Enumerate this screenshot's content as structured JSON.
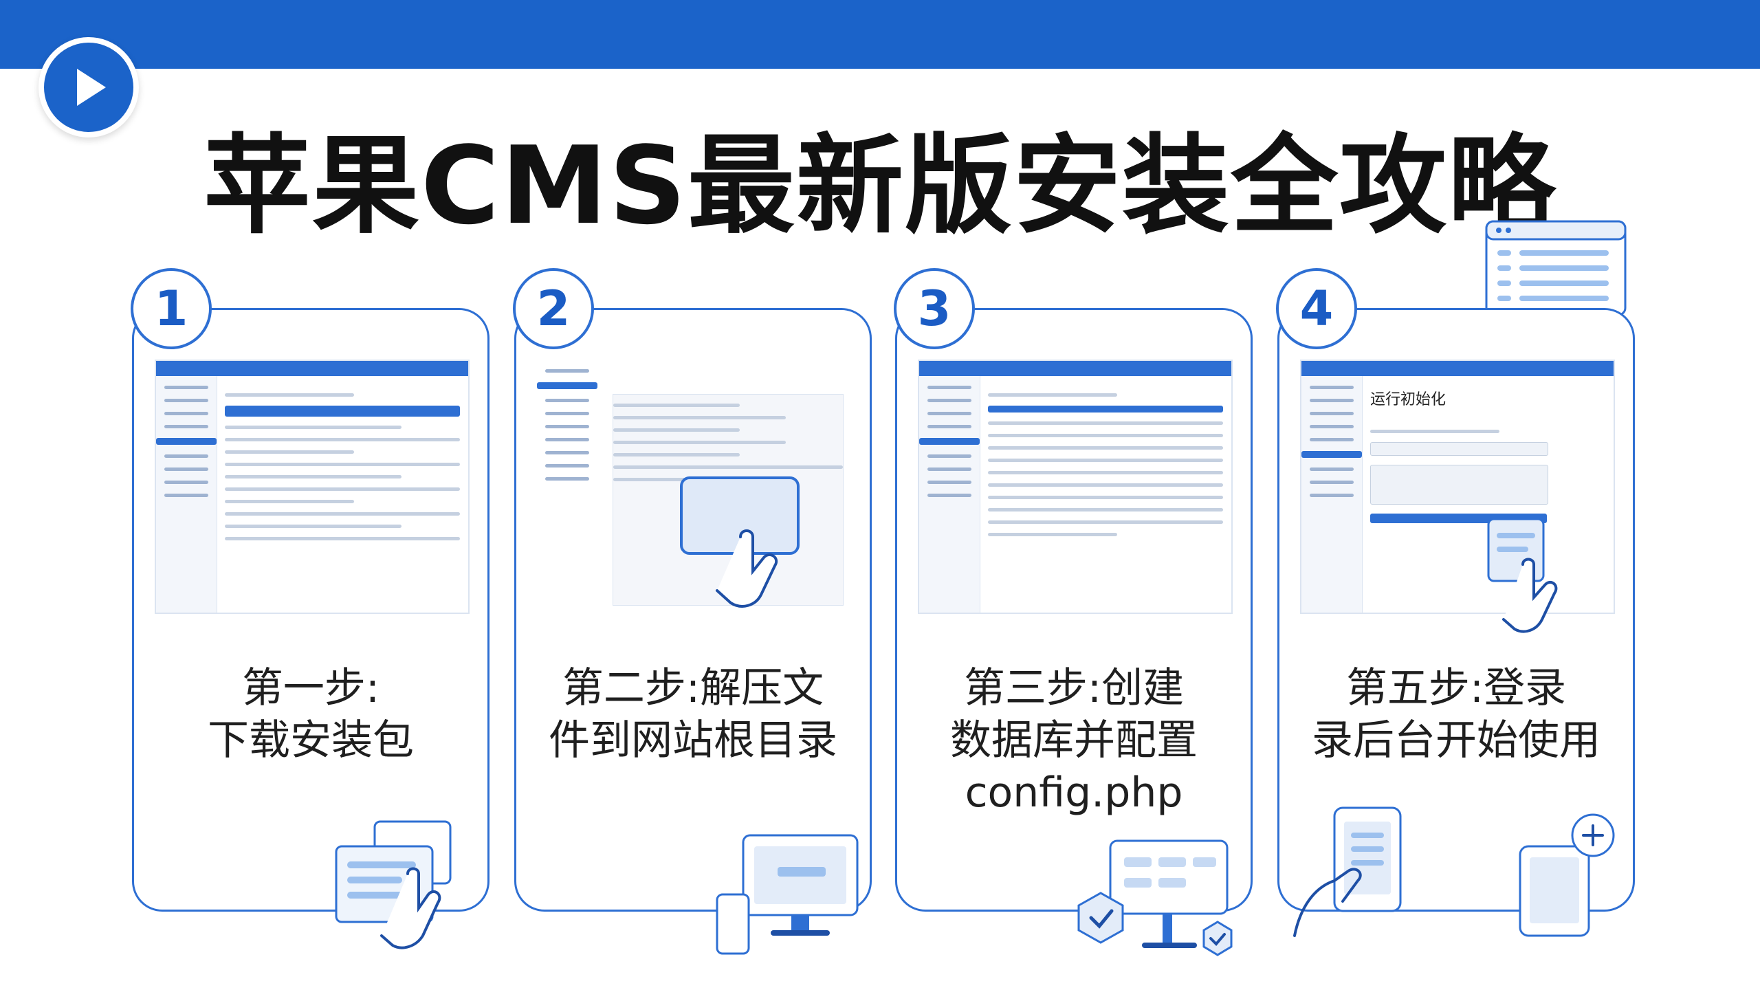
{
  "title": "苹果CMS最新版安装全攻略",
  "icons": {
    "badge": "play-icon",
    "step1": "hand-document-icon",
    "step2": "monitor-phone-icon",
    "step3": "server-check-icon",
    "step4": "phone-tablet-icon",
    "browser": "browser-window-icon"
  },
  "colors": {
    "accent": "#1b63c9",
    "border": "#2e6fd3"
  },
  "steps": [
    {
      "number": "1",
      "line1": "第一步:",
      "line2": "下载安装包",
      "line3": ""
    },
    {
      "number": "2",
      "line1": "第二步:解压文",
      "line2": "件到网站根目录",
      "line3": ""
    },
    {
      "number": "3",
      "line1": "第三步:创建",
      "line2": "数据库并配置",
      "line3": "config.php"
    },
    {
      "number": "4",
      "line1": "第五步:登录",
      "line2": "录后台开始使用",
      "line3": ""
    }
  ],
  "mock4": {
    "heading": "运行初始化"
  }
}
